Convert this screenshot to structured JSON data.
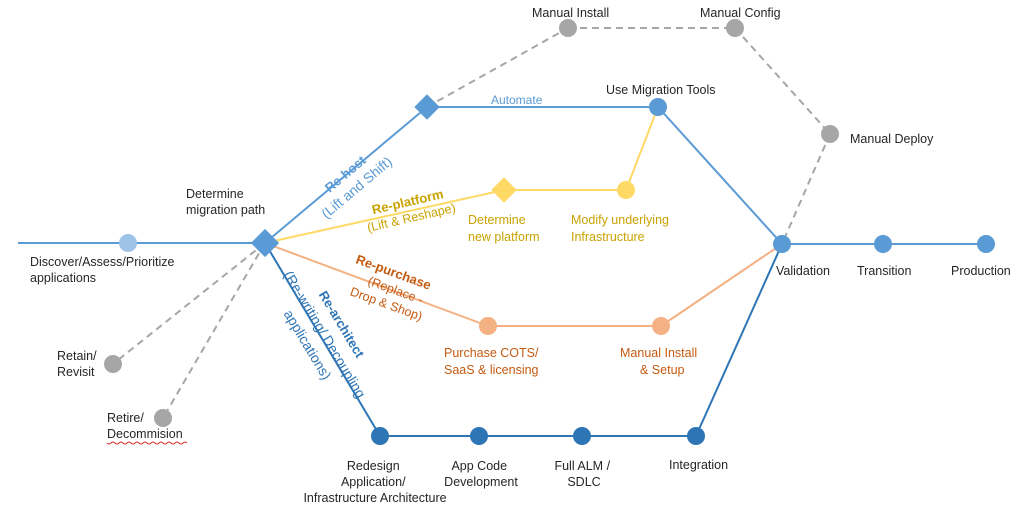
{
  "labels": {
    "discover": [
      "Discover/Assess/Prioritize",
      "applications"
    ],
    "determine_path": [
      "Determine",
      "migration path"
    ],
    "retain": [
      "Retain/",
      "Revisit"
    ],
    "retire": [
      "Retire/",
      "Decommision"
    ],
    "manual_install_top": "Manual Install",
    "manual_config": "Manual Config",
    "manual_deploy": "Manual Deploy",
    "use_migration_tools": "Use Migration Tools",
    "automate": "Automate",
    "determine_platform": [
      "Determine",
      "new platform"
    ],
    "modify_infra": [
      "Modify underlying",
      "Infrastructure"
    ],
    "purchase_cots": [
      "Purchase COTS/",
      "SaaS & licensing"
    ],
    "manual_install_setup": [
      "Manual Install",
      "& Setup"
    ],
    "validation": "Validation",
    "transition": "Transition",
    "production": "Production",
    "redesign": [
      "Redesign",
      "Application/",
      "Infrastructure Architecture"
    ],
    "app_code": [
      "App Code",
      "Development"
    ],
    "full_alm": [
      "Full ALM /",
      "SDLC"
    ],
    "integration": "Integration"
  },
  "paths": {
    "rehost": {
      "title": "Re-host",
      "subtitle": "(Lift and Shift)"
    },
    "replatform": {
      "title": "Re-platform",
      "subtitle": "(Lift & Reshape)"
    },
    "repurchase": {
      "title": "Re-purchase",
      "subtitle": [
        "(Replace -",
        "Drop & Shop)"
      ]
    },
    "rearchitect": {
      "title": "Re-architect",
      "subtitle": [
        "(Re-writing/ Decoupling",
        "applications)"
      ]
    }
  },
  "colors": {
    "rehost": "#5b9bd5",
    "replatform": "#ffd966",
    "repurchase": "#f4b183",
    "rearchitect": "#2e75b6",
    "manual": "#a6a6a6",
    "main": "#5b9bd5"
  }
}
